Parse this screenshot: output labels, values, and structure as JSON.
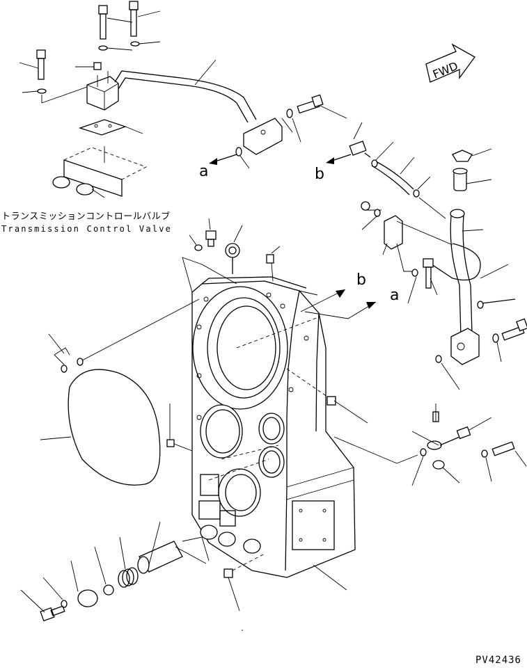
{
  "labels": {
    "jp": "トランスミッションコントロールバルブ",
    "en": "Transmission Control Valve",
    "figure_code": "PV42436",
    "fwd": "FWD"
  },
  "refs": {
    "a": "a",
    "b": "b"
  }
}
